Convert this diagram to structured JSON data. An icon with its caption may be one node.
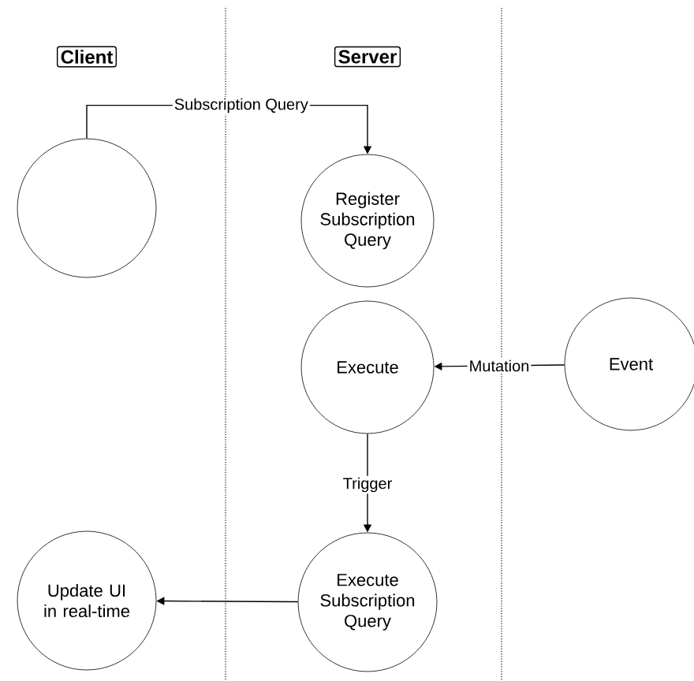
{
  "diagram": {
    "nodes": [
      {
        "text": [
          "Client"
        ]
      },
      {
        "text": [
          "Server"
        ]
      },
      {
        "text": [],
        "shape": "circle"
      },
      {
        "text": [
          "Register Subscription Query"
        ]
      },
      {
        "text": [
          "Execute"
        ]
      },
      {
        "text": [
          "Event"
        ]
      },
      {
        "text": [
          "Execute Subscription Query"
        ]
      },
      {
        "text": [
          "Update UI in real-time"
        ]
      }
    ],
    "edges": [
      {
        "from": 2,
        "to": 3,
        "arrow": "to",
        "label": "Subscription Query"
      },
      {
        "from": 5,
        "to": 4,
        "arrow": "to",
        "label": "Mutation"
      },
      {
        "from": 4,
        "to": 6,
        "arrow": "to",
        "label": "Trigger"
      },
      {
        "from": 6,
        "to": 7,
        "arrow": "to"
      }
    ]
  }
}
